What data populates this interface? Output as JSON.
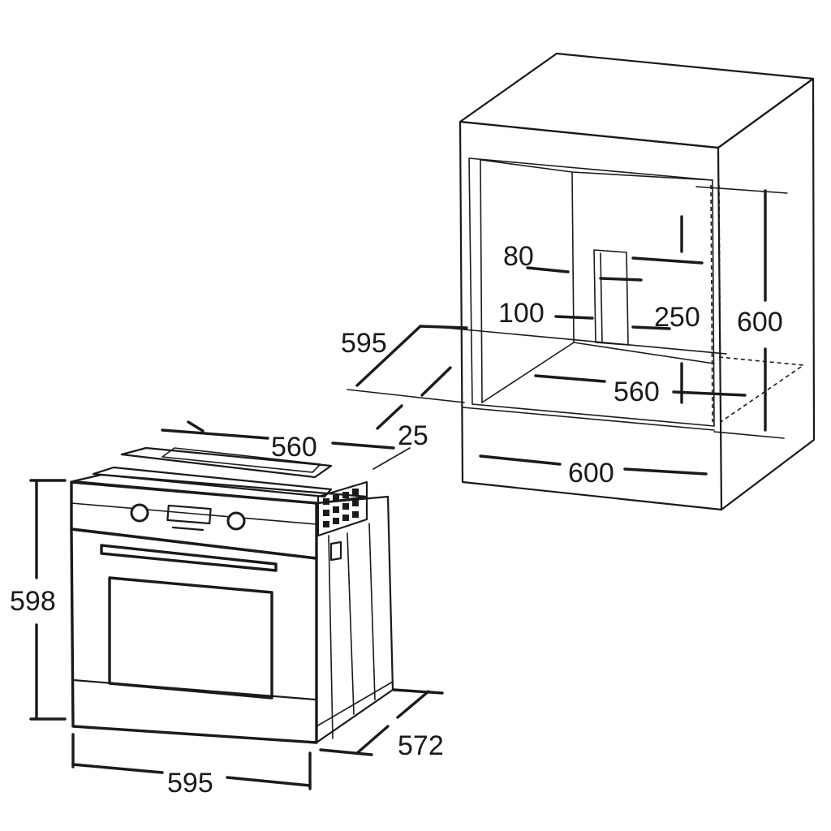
{
  "diagram": {
    "oven": {
      "height_label": "598",
      "width_label": "595",
      "depth_label": "572",
      "top_width_label": "560",
      "front_offset_label": "25"
    },
    "cabinet": {
      "niche_width_label": "595",
      "cutout_top_label": "80",
      "cutout_mid_label": "100",
      "cutout_width_label": "250",
      "height_label": "600",
      "inner_width_label": "560",
      "outer_width_label": "600"
    }
  }
}
